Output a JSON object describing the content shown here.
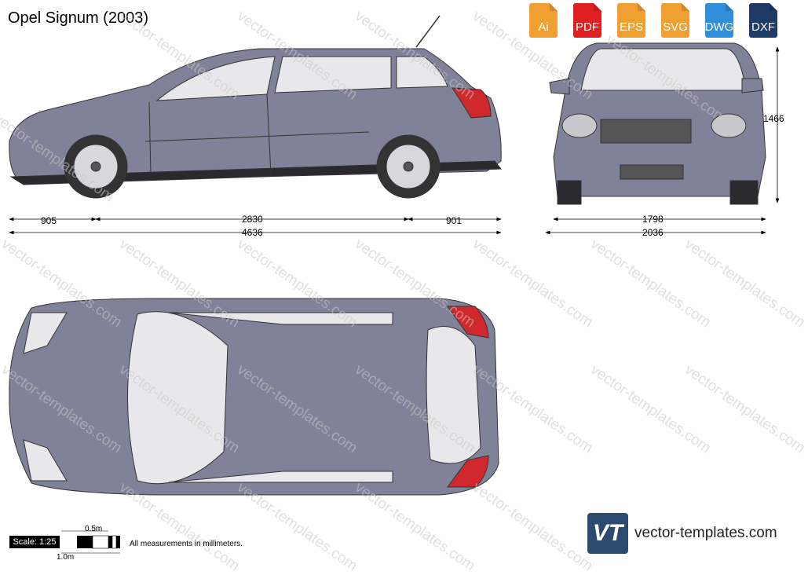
{
  "title": "Opel Signum (2003)",
  "formats": [
    {
      "label": "Ai",
      "color": "#f0a030"
    },
    {
      "label": "PDF",
      "color": "#e02020"
    },
    {
      "label": "EPS",
      "color": "#f0a030"
    },
    {
      "label": "SVG",
      "color": "#f0a030"
    },
    {
      "label": "DWG",
      "color": "#2f8fd8"
    },
    {
      "label": "DXF",
      "color": "#1e3a66"
    }
  ],
  "dimensions": {
    "front_overhang": "905",
    "wheelbase": "2830",
    "rear_overhang": "901",
    "length": "4636",
    "width": "1798",
    "width_mirrors": "2036",
    "height": "1466"
  },
  "scale": {
    "label": "Scale: 1:25",
    "half_m": "0.5m",
    "one_m": "1.0m",
    "note": "All measurements in millimeters."
  },
  "brand": {
    "logo": "VT",
    "text": "vector-templates.com"
  },
  "watermark": "vector-templates.com",
  "colors": {
    "body": "#7f8299",
    "glass": "#e8e8ea",
    "lamp": "#d0282c"
  }
}
